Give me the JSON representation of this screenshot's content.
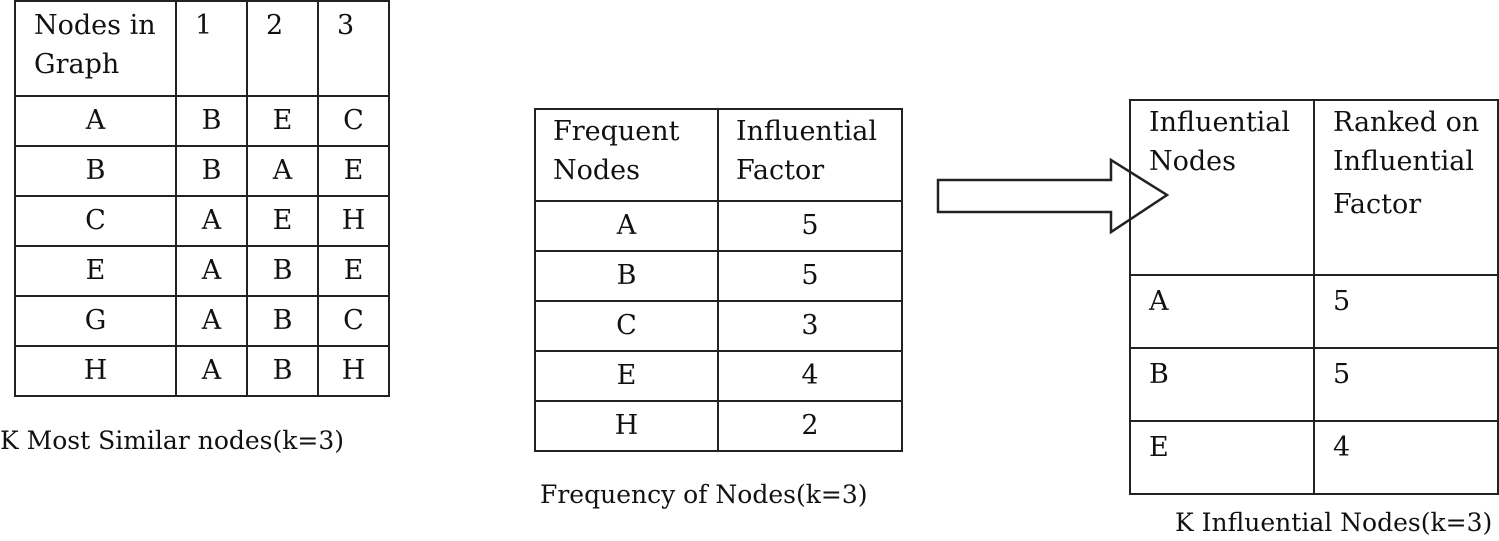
{
  "table_similar": {
    "header": [
      "Nodes in Graph",
      "1",
      "2",
      "3"
    ],
    "rows": [
      [
        "A",
        "B",
        "E",
        "C"
      ],
      [
        "B",
        "B",
        "A",
        "E"
      ],
      [
        "C",
        "A",
        "E",
        "H"
      ],
      [
        "E",
        "A",
        "B",
        "E"
      ],
      [
        "G",
        "A",
        "B",
        "C"
      ],
      [
        "H",
        "A",
        "B",
        "H"
      ]
    ],
    "caption": "K Most Similar nodes(k=3)"
  },
  "table_frequency": {
    "header": [
      "Frequent Nodes",
      "Influential Factor"
    ],
    "rows": [
      [
        "A",
        "5"
      ],
      [
        "B",
        "5"
      ],
      [
        "C",
        "3"
      ],
      [
        "E",
        "4"
      ],
      [
        "H",
        "2"
      ]
    ],
    "caption": "Frequency of Nodes(k=3)"
  },
  "table_influential": {
    "header": [
      "Influential Nodes",
      "Ranked on Influential",
      "Factor"
    ],
    "rows": [
      [
        "A",
        "5"
      ],
      [
        "B",
        "5"
      ],
      [
        "E",
        "4"
      ]
    ],
    "caption": "K Influential Nodes(k=3)"
  },
  "arrow_icon": "right-arrow-outline"
}
